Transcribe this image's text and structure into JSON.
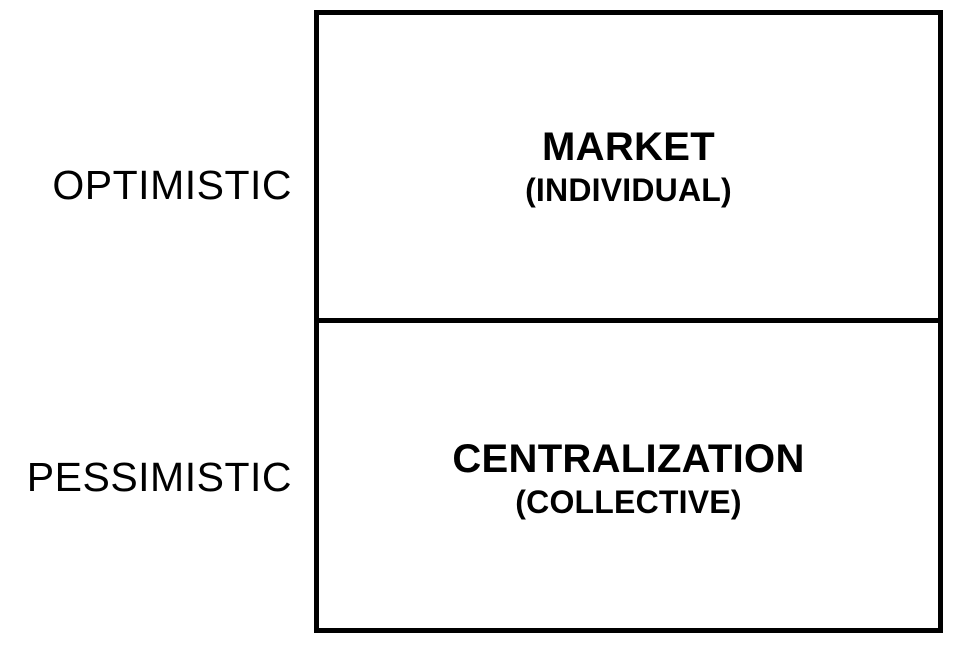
{
  "diagram": {
    "type": "two-cell-quadrant-matrix",
    "background_color": "#ffffff",
    "line_color": "#000000",
    "text_color": "#000000",
    "axis_labels": [
      {
        "id": "optimistic",
        "text": "OPTIMISTIC"
      },
      {
        "id": "pessimistic",
        "text": "PESSIMISTIC"
      }
    ],
    "cells": [
      {
        "id": "market",
        "row": "optimistic",
        "title": "MARKET",
        "subtitle": "(INDIVIDUAL)"
      },
      {
        "id": "centralization",
        "row": "pessimistic",
        "title": "CENTRALIZATION",
        "subtitle": "(COLLECTIVE)"
      }
    ]
  }
}
